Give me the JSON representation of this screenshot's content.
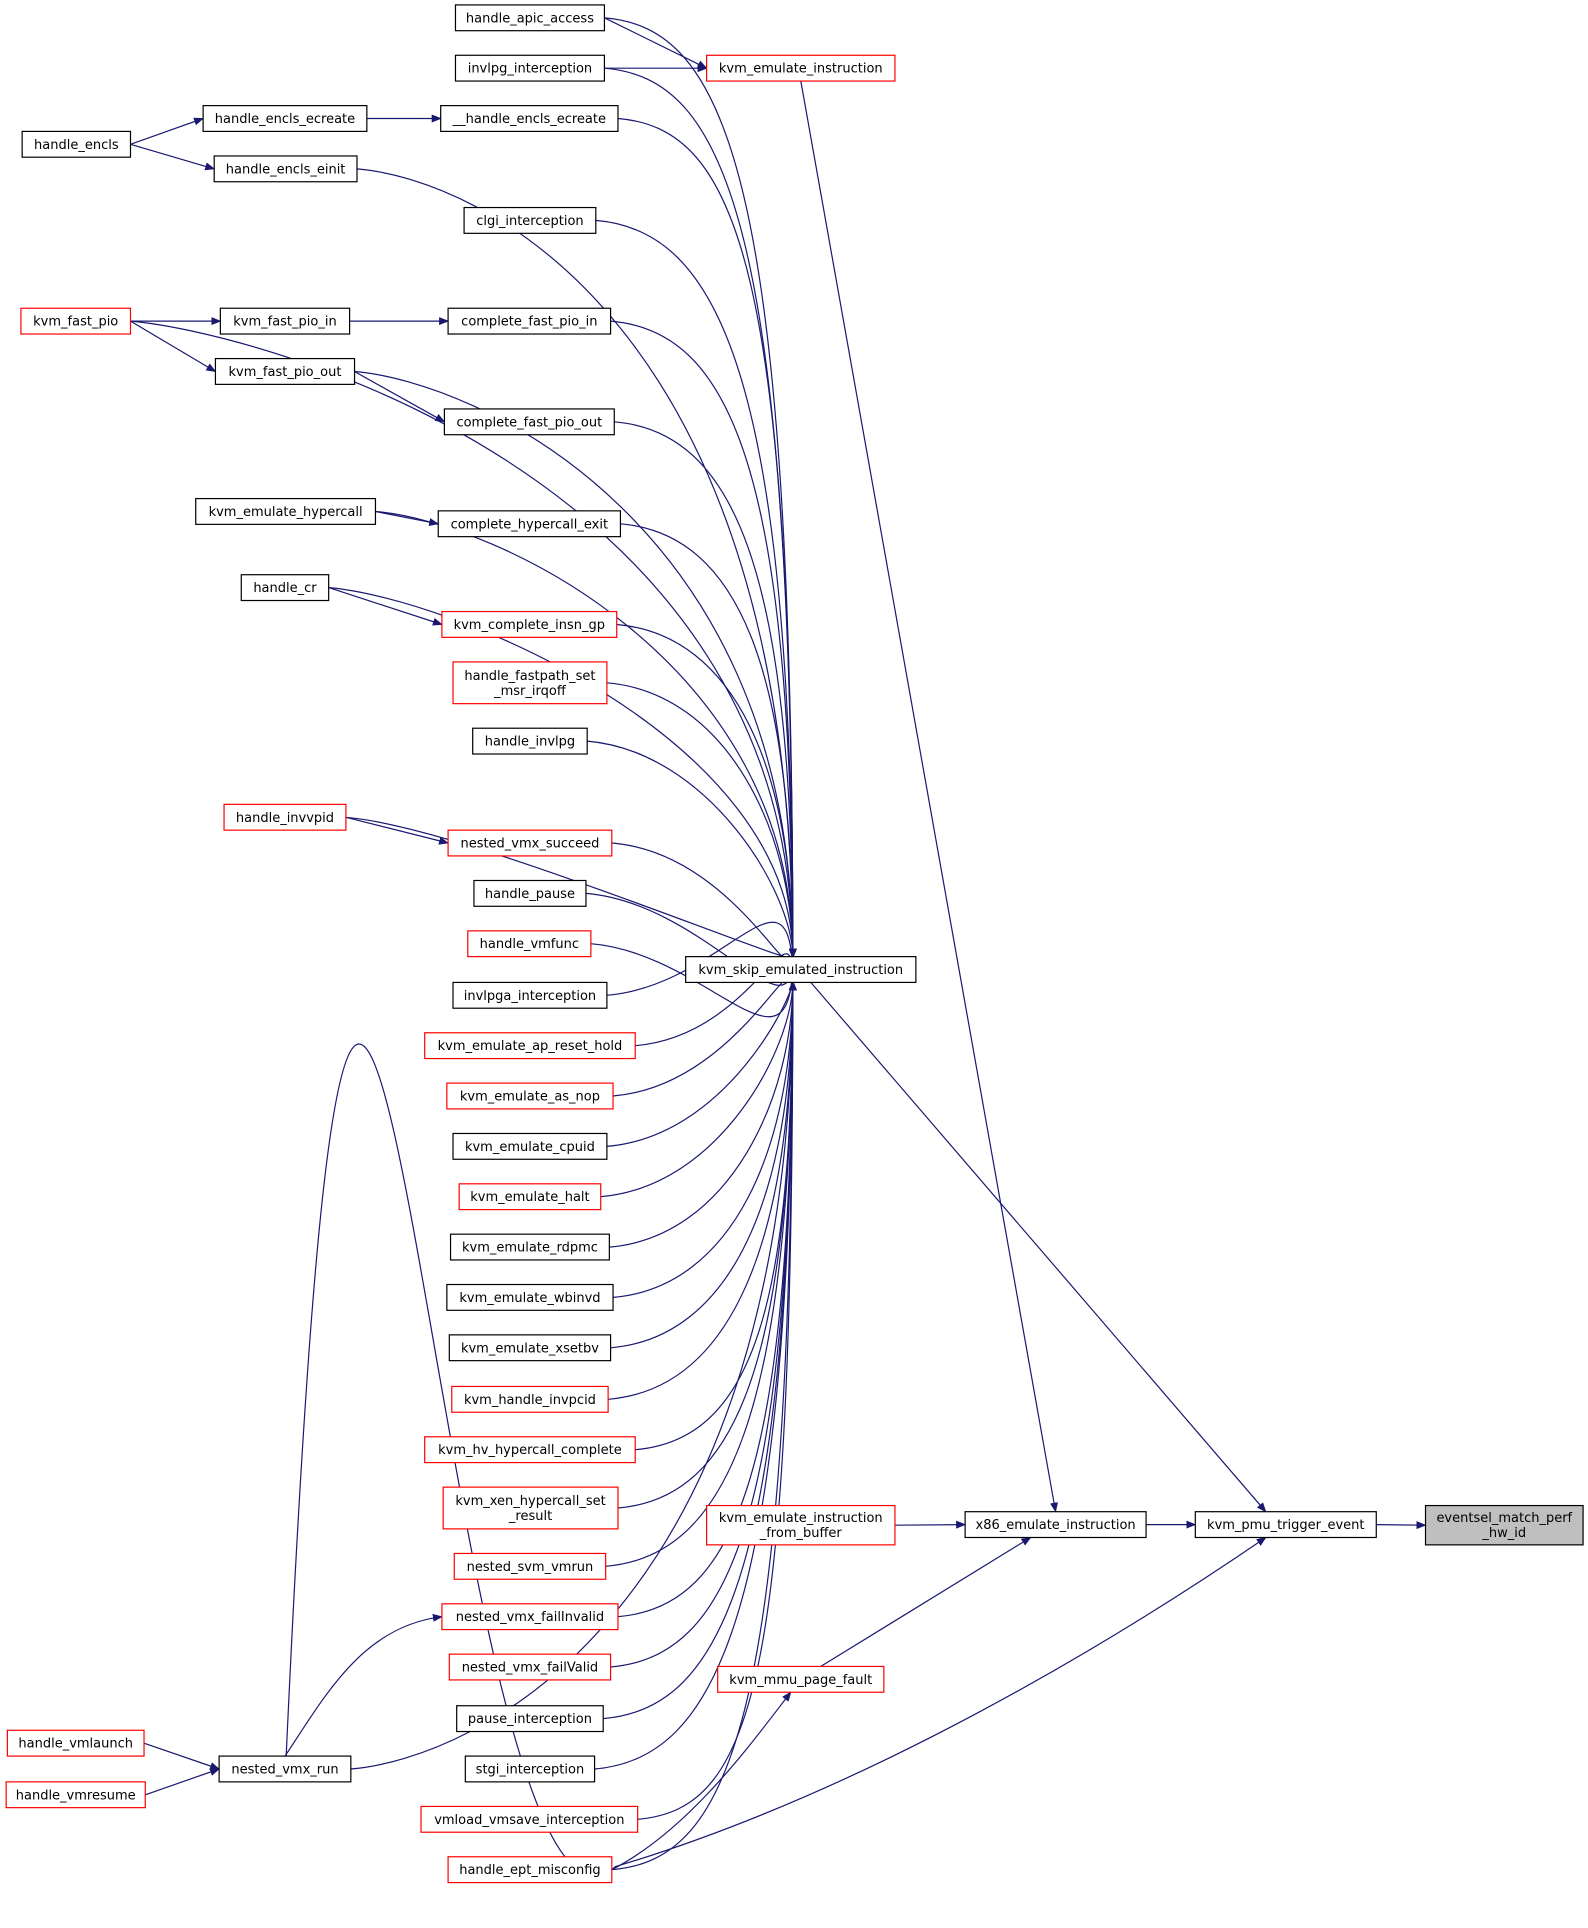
{
  "colors": {
    "edge": "#191970",
    "border_default": "#000000",
    "border_truncated": "#ff0000",
    "fill_default": "#ffffff",
    "fill_focus": "#bfbfbf"
  },
  "nodes": [
    {
      "id": "handle_apic_access",
      "lines": [
        "handle_apic_access"
      ],
      "style": "default"
    },
    {
      "id": "invlpg_interception",
      "lines": [
        "invlpg_interception"
      ],
      "style": "default"
    },
    {
      "id": "kvm_emulate_instruction",
      "lines": [
        "kvm_emulate_instruction"
      ],
      "style": "truncated"
    },
    {
      "id": "handle_encls_ecreate",
      "lines": [
        "handle_encls_ecreate"
      ],
      "style": "default"
    },
    {
      "id": "__handle_encls_ecreate",
      "lines": [
        "__handle_encls_ecreate"
      ],
      "style": "default"
    },
    {
      "id": "handle_encls",
      "lines": [
        "handle_encls"
      ],
      "style": "default"
    },
    {
      "id": "handle_encls_einit",
      "lines": [
        "handle_encls_einit"
      ],
      "style": "default"
    },
    {
      "id": "clgi_interception",
      "lines": [
        "clgi_interception"
      ],
      "style": "default"
    },
    {
      "id": "kvm_fast_pio",
      "lines": [
        "kvm_fast_pio"
      ],
      "style": "truncated"
    },
    {
      "id": "kvm_fast_pio_in",
      "lines": [
        "kvm_fast_pio_in"
      ],
      "style": "default"
    },
    {
      "id": "complete_fast_pio_in",
      "lines": [
        "complete_fast_pio_in"
      ],
      "style": "default"
    },
    {
      "id": "kvm_fast_pio_out",
      "lines": [
        "kvm_fast_pio_out"
      ],
      "style": "default"
    },
    {
      "id": "complete_fast_pio_out",
      "lines": [
        "complete_fast_pio_out"
      ],
      "style": "default"
    },
    {
      "id": "kvm_emulate_hypercall",
      "lines": [
        "kvm_emulate_hypercall"
      ],
      "style": "default"
    },
    {
      "id": "complete_hypercall_exit",
      "lines": [
        "complete_hypercall_exit"
      ],
      "style": "default"
    },
    {
      "id": "handle_cr",
      "lines": [
        "handle_cr"
      ],
      "style": "default"
    },
    {
      "id": "kvm_complete_insn_gp",
      "lines": [
        "kvm_complete_insn_gp"
      ],
      "style": "truncated"
    },
    {
      "id": "handle_fastpath_set_msr_irqoff",
      "lines": [
        "handle_fastpath_set",
        "_msr_irqoff"
      ],
      "style": "truncated"
    },
    {
      "id": "handle_invlpg",
      "lines": [
        "handle_invlpg"
      ],
      "style": "default"
    },
    {
      "id": "handle_invvpid",
      "lines": [
        "handle_invvpid"
      ],
      "style": "truncated"
    },
    {
      "id": "nested_vmx_succeed",
      "lines": [
        "nested_vmx_succeed"
      ],
      "style": "truncated"
    },
    {
      "id": "handle_pause",
      "lines": [
        "handle_pause"
      ],
      "style": "default"
    },
    {
      "id": "handle_vmfunc",
      "lines": [
        "handle_vmfunc"
      ],
      "style": "truncated"
    },
    {
      "id": "kvm_skip_emulated_instruction",
      "lines": [
        "kvm_skip_emulated_instruction"
      ],
      "style": "default"
    },
    {
      "id": "invlpga_interception",
      "lines": [
        "invlpga_interception"
      ],
      "style": "default"
    },
    {
      "id": "kvm_emulate_ap_reset_hold",
      "lines": [
        "kvm_emulate_ap_reset_hold"
      ],
      "style": "truncated"
    },
    {
      "id": "kvm_emulate_as_nop",
      "lines": [
        "kvm_emulate_as_nop"
      ],
      "style": "truncated"
    },
    {
      "id": "kvm_emulate_cpuid",
      "lines": [
        "kvm_emulate_cpuid"
      ],
      "style": "default"
    },
    {
      "id": "kvm_emulate_halt",
      "lines": [
        "kvm_emulate_halt"
      ],
      "style": "truncated"
    },
    {
      "id": "kvm_emulate_rdpmc",
      "lines": [
        "kvm_emulate_rdpmc"
      ],
      "style": "default"
    },
    {
      "id": "kvm_emulate_wbinvd",
      "lines": [
        "kvm_emulate_wbinvd"
      ],
      "style": "default"
    },
    {
      "id": "kvm_emulate_xsetbv",
      "lines": [
        "kvm_emulate_xsetbv"
      ],
      "style": "default"
    },
    {
      "id": "kvm_handle_invpcid",
      "lines": [
        "kvm_handle_invpcid"
      ],
      "style": "truncated"
    },
    {
      "id": "kvm_hv_hypercall_complete",
      "lines": [
        "kvm_hv_hypercall_complete"
      ],
      "style": "truncated"
    },
    {
      "id": "kvm_xen_hypercall_set_result",
      "lines": [
        "kvm_xen_hypercall_set",
        "_result"
      ],
      "style": "truncated"
    },
    {
      "id": "nested_svm_vmrun",
      "lines": [
        "nested_svm_vmrun"
      ],
      "style": "truncated"
    },
    {
      "id": "nested_vmx_failInvalid",
      "lines": [
        "nested_vmx_failInvalid"
      ],
      "style": "truncated"
    },
    {
      "id": "nested_vmx_failValid",
      "lines": [
        "nested_vmx_failValid"
      ],
      "style": "truncated"
    },
    {
      "id": "pause_interception",
      "lines": [
        "pause_interception"
      ],
      "style": "default"
    },
    {
      "id": "stgi_interception",
      "lines": [
        "stgi_interception"
      ],
      "style": "default"
    },
    {
      "id": "vmload_vmsave_interception",
      "lines": [
        "vmload_vmsave_interception"
      ],
      "style": "truncated"
    },
    {
      "id": "handle_ept_misconfig",
      "lines": [
        "handle_ept_misconfig"
      ],
      "style": "truncated"
    },
    {
      "id": "handle_vmlaunch",
      "lines": [
        "handle_vmlaunch"
      ],
      "style": "truncated"
    },
    {
      "id": "handle_vmresume",
      "lines": [
        "handle_vmresume"
      ],
      "style": "truncated"
    },
    {
      "id": "nested_vmx_run",
      "lines": [
        "nested_vmx_run"
      ],
      "style": "default"
    },
    {
      "id": "kvm_emulate_instruction_from_buffer",
      "lines": [
        "kvm_emulate_instruction",
        "_from_buffer"
      ],
      "style": "truncated"
    },
    {
      "id": "x86_emulate_instruction",
      "lines": [
        "x86_emulate_instruction"
      ],
      "style": "default"
    },
    {
      "id": "kvm_mmu_page_fault",
      "lines": [
        "kvm_mmu_page_fault"
      ],
      "style": "truncated"
    },
    {
      "id": "kvm_pmu_trigger_event",
      "lines": [
        "kvm_pmu_trigger_event"
      ],
      "style": "default"
    },
    {
      "id": "eventsel_match_perf_hw_id",
      "lines": [
        "eventsel_match_perf",
        "_hw_id"
      ],
      "style": "focus"
    }
  ]
}
